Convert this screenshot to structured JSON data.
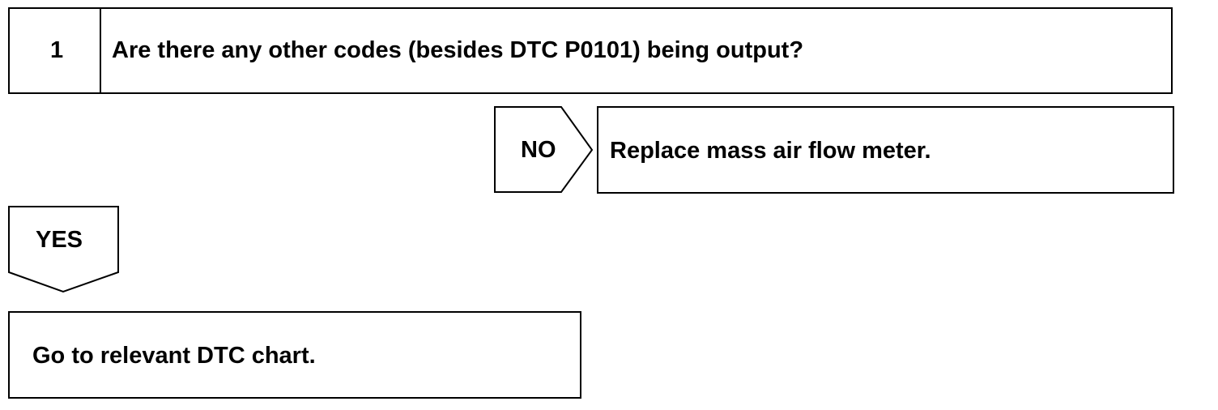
{
  "step": {
    "number": "1",
    "question": "Are there any other codes (besides DTC P0101) being output?"
  },
  "no_branch": {
    "label": "NO",
    "action": "Replace mass air flow meter."
  },
  "yes_branch": {
    "label": "YES",
    "action": "Go to relevant DTC chart."
  }
}
